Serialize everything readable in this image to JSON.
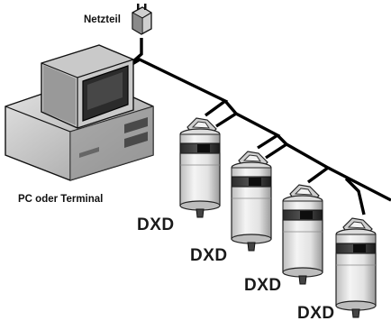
{
  "diagram": {
    "power_label": "Netzteil",
    "pc_label": "PC oder Terminal",
    "device_labels": [
      "DXD",
      "DXD",
      "DXD",
      "DXD"
    ]
  },
  "icons": {
    "power": "power-adapter-icon",
    "pc": "desktop-computer-icon",
    "device": "dosing-unit-icon"
  },
  "colors": {
    "cable": "#000000",
    "background": "#ffffff"
  }
}
